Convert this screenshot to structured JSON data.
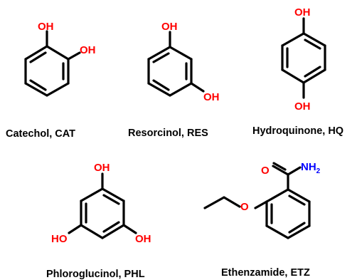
{
  "colors": {
    "bond": "#000000",
    "oxygen": "#ff0000",
    "nitrogen": "#0000ff",
    "caption": "#000000"
  },
  "molecules": [
    {
      "caption": "Catechol, CAT",
      "labels": [
        "OH",
        "OH"
      ]
    },
    {
      "caption": "Resorcinol, RES",
      "labels": [
        "OH",
        "OH"
      ]
    },
    {
      "caption": "Hydroquinone, HQ",
      "labels": [
        "OH",
        "OH"
      ]
    },
    {
      "caption": "Phloroglucinol, PHL",
      "labels": [
        "OH",
        "HO",
        "OH"
      ]
    },
    {
      "caption": "Ethenzamide, ETZ",
      "labels": [
        "O",
        "NH",
        "2",
        "O"
      ]
    }
  ]
}
